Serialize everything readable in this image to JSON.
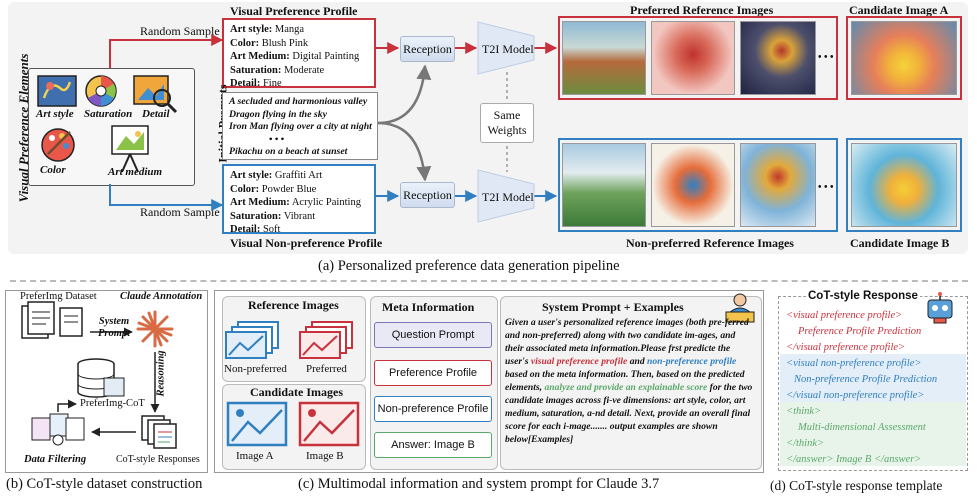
{
  "panel_a": {
    "side_title": "Visual Preference Elements",
    "elements": [
      {
        "label": "Art style",
        "icon": "art-style-icon"
      },
      {
        "label": "Saturation",
        "icon": "saturation-icon"
      },
      {
        "label": "Detail",
        "icon": "detail-icon"
      },
      {
        "label": "Color",
        "icon": "palette-icon"
      },
      {
        "label": "Art medium",
        "icon": "easel-icon"
      }
    ],
    "random_sample": "Random Sample",
    "pref_profile_title": "Visual Preference Profile",
    "pref_profile": [
      {
        "key": "Art style:",
        "val": " Manga"
      },
      {
        "key": "Color:",
        "val": " Blush Pink"
      },
      {
        "key": "Art Medium:",
        "val": " Digital Painting"
      },
      {
        "key": "Saturation:",
        "val": " Moderate"
      },
      {
        "key": "Detail:",
        "val": " Fine"
      }
    ],
    "nonpref_profile_title": "Visual Non-preference Profile",
    "nonpref_profile": [
      {
        "key": "Art style:",
        "val": " Graffiti Art"
      },
      {
        "key": "Color:",
        "val": "  Powder Blue"
      },
      {
        "key": "Art Medium:",
        "val": " Acrylic Painting"
      },
      {
        "key": "Saturation:",
        "val": " Vibrant"
      },
      {
        "key": "Detail:",
        "val": " Soft"
      }
    ],
    "initial_prompts_label": "Initial Prompts",
    "prompts": [
      "A secluded and harmonious valley",
      "Dragon flying in the sky",
      "Iron Man flying over a city at night",
      "• • •",
      "Pikachu on a beach at sunset"
    ],
    "reception": "Reception",
    "t2i_model": "T2I Model",
    "same_weights": "Same\nWeights",
    "preferred_images_label": "Preferred Reference Images",
    "nonpreferred_images_label": "Non-preferred Reference Images",
    "candidate_a": "Candidate Image A",
    "candidate_b": "Candidate Image B",
    "ellipsis": "• • •",
    "caption": "(a) Personalized preference data generation pipeline"
  },
  "panel_b": {
    "dataset": "PreferImg Dataset",
    "claude": "Claude Annotation",
    "system_prompt": "System\nPrompt",
    "reasoning": "Reasoning",
    "cot_dataset": "PreferImg-CoT",
    "filtering": "Data Filtering",
    "responses": "CoT-style Responses",
    "caption": "(b) CoT-style dataset construction"
  },
  "panel_c": {
    "ref_title": "Reference Images",
    "non_preferred": "Non-preferred",
    "preferred": "Preferred",
    "cand_title": "Candidate Images",
    "image_a": "Image A",
    "image_b": "Image B",
    "meta_title": "Meta Information",
    "meta_items": [
      {
        "label": "Question Prompt",
        "color": "#7a76b8",
        "bg": "#e9e8f5"
      },
      {
        "label": "Preference Profile",
        "color": "#c8323c",
        "bg": "#ffffff"
      },
      {
        "label": "Non-preference Profile",
        "color": "#2f7fc1",
        "bg": "#ffffff"
      },
      {
        "label": "Answer: Image B",
        "color": "#5aa86a",
        "bg": "#ffffff"
      }
    ],
    "sys_title": "System Prompt + Examples",
    "sys_text_1": "Given a user's personalized reference images (both pre-ferred and non-preferred) along with two candidate im-ages, and their associated meta information.Please frst predicte the user's ",
    "sys_red": "visual preference profile",
    "sys_text_2": " and ",
    "sys_blue": "non-preference profile",
    "sys_text_3": " based on the meta information. Then, based on the predicted elements, ",
    "sys_green": "analyze and provide an explainable score",
    "sys_text_4": " for the two candidate images across fi-ve dimensions: art style, color, art medium, saturation, a-nd detail. Next, provide an overall final score for each i-mage....... output examples are shown below[Examples]",
    "caption": "(c) Multimodal information and system prompt for Claude 3.7"
  },
  "panel_d": {
    "title": "CoT-style Response",
    "lines": [
      {
        "text": "<visual preference profile>",
        "cls": "red",
        "indent": 0
      },
      {
        "text": "Preference Profile Prediction",
        "cls": "red",
        "indent": 1
      },
      {
        "text": "</visual preference profile>",
        "cls": "red",
        "indent": 0
      },
      {
        "text": "<visual non-preference profile>",
        "cls": "blue",
        "indent": 0
      },
      {
        "text": "Non-preference Profile Prediction",
        "cls": "blue",
        "indent": 1
      },
      {
        "text": "</visual non-preference profile>",
        "cls": "blue",
        "indent": 0
      },
      {
        "text": "<think>",
        "cls": "green",
        "indent": 0
      },
      {
        "text": "Multi-dimensional Assessment",
        "cls": "green",
        "indent": 1
      },
      {
        "text": "</think>",
        "cls": "green",
        "indent": 0
      },
      {
        "text": "</answer>  Image B  </answer>",
        "cls": "green",
        "indent": 0
      }
    ],
    "caption": "(d) CoT-style response template"
  },
  "colors": {
    "red": "#c8323c",
    "blue": "#2f7fc1",
    "green": "#5aa86a",
    "node": "#cfdcee"
  }
}
